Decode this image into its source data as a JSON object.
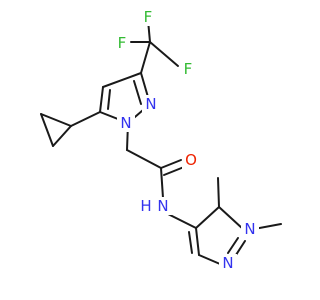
{
  "molecule": {
    "colors": {
      "bond": "#1a1a1a",
      "carbon": "#1a1a1a",
      "nitrogen": "#3333ee",
      "oxygen": "#ee2200",
      "fluorine": "#33bb33"
    },
    "atoms": [
      {
        "id": "F1",
        "label": "F",
        "element": "fluorine"
      },
      {
        "id": "F2",
        "label": "F",
        "element": "fluorine"
      },
      {
        "id": "F3",
        "label": "F",
        "element": "fluorine"
      },
      {
        "id": "N1",
        "label": "N",
        "element": "nitrogen"
      },
      {
        "id": "N2",
        "label": "N",
        "element": "nitrogen"
      },
      {
        "id": "O1",
        "label": "O",
        "element": "oxygen"
      },
      {
        "id": "NH",
        "label": "N",
        "element": "nitrogen"
      },
      {
        "id": "H1",
        "label": "H",
        "element": "nitrogen"
      },
      {
        "id": "N3",
        "label": "N",
        "element": "nitrogen"
      },
      {
        "id": "N4",
        "label": "N",
        "element": "nitrogen"
      }
    ]
  }
}
